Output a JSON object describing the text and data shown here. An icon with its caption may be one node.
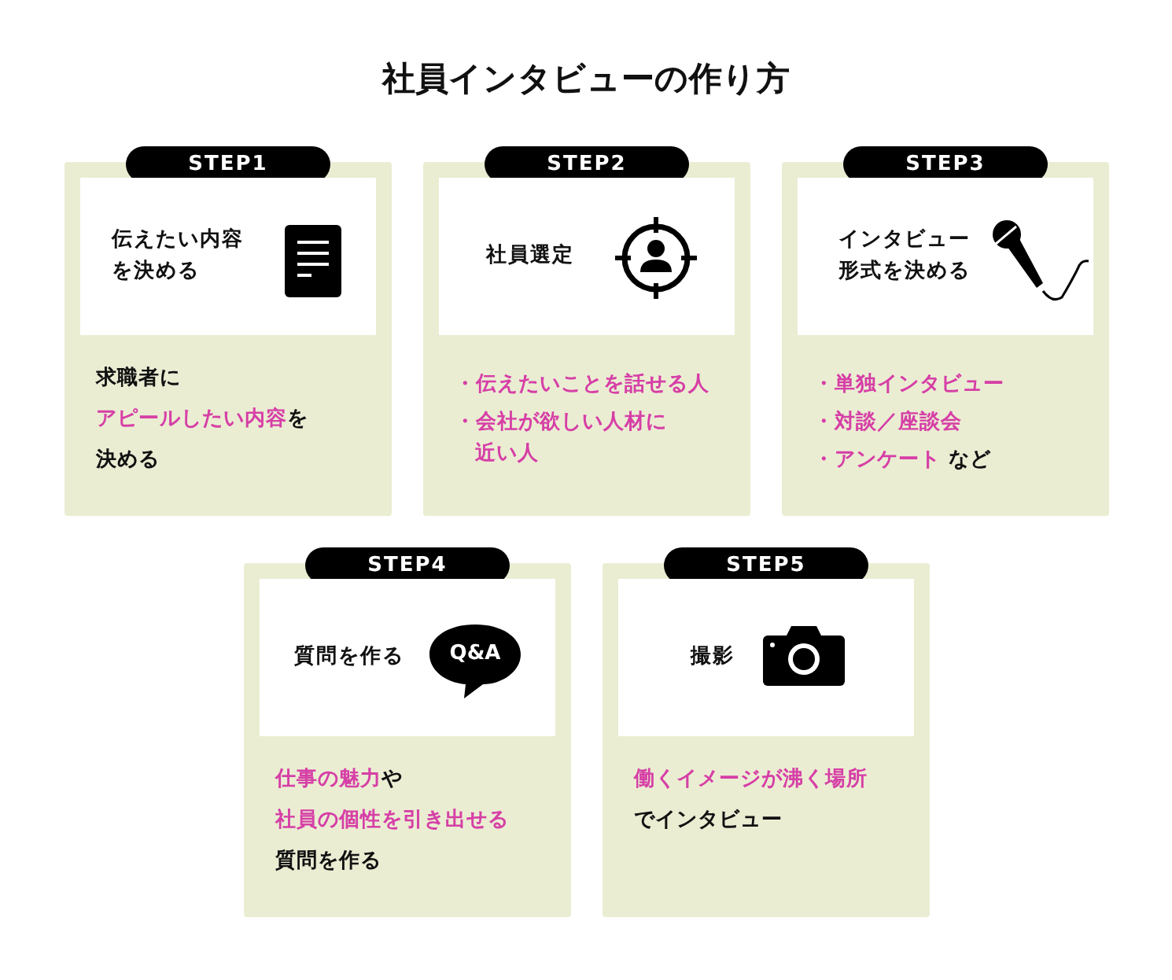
{
  "diagram": {
    "title": "社員インタビューの作り方",
    "nodes": [
      {
        "text": [
          "STEP1",
          "求職者にアピールしたい内容を決める"
        ]
      },
      {
        "text": [
          "伝えたい内容を決める"
        ],
        "in": 0
      },
      {
        "text": [
          "STEP2",
          "・伝えたいことを話せる人",
          "・会社が欲しい人材に近い人"
        ]
      },
      {
        "text": [
          "社員選定"
        ],
        "in": 2
      },
      {
        "text": [
          "STEP3",
          "・単独インタビュー",
          "・対談／座談会",
          "・アンケート など"
        ]
      },
      {
        "text": [
          "インタビュー形式を決める"
        ],
        "in": 4
      },
      {
        "text": [
          "STEP4",
          "仕事の魅力や社員の個性を引き出せる質問を作る"
        ]
      },
      {
        "text": [
          "質問を作る"
        ],
        "in": 6
      },
      {
        "text": [
          "Q&A"
        ],
        "in": 7
      },
      {
        "text": [
          "STEP5",
          "働くイメージが沸く場所でインタビュー"
        ]
      },
      {
        "text": [
          "撮影"
        ],
        "in": 9
      }
    ]
  }
}
